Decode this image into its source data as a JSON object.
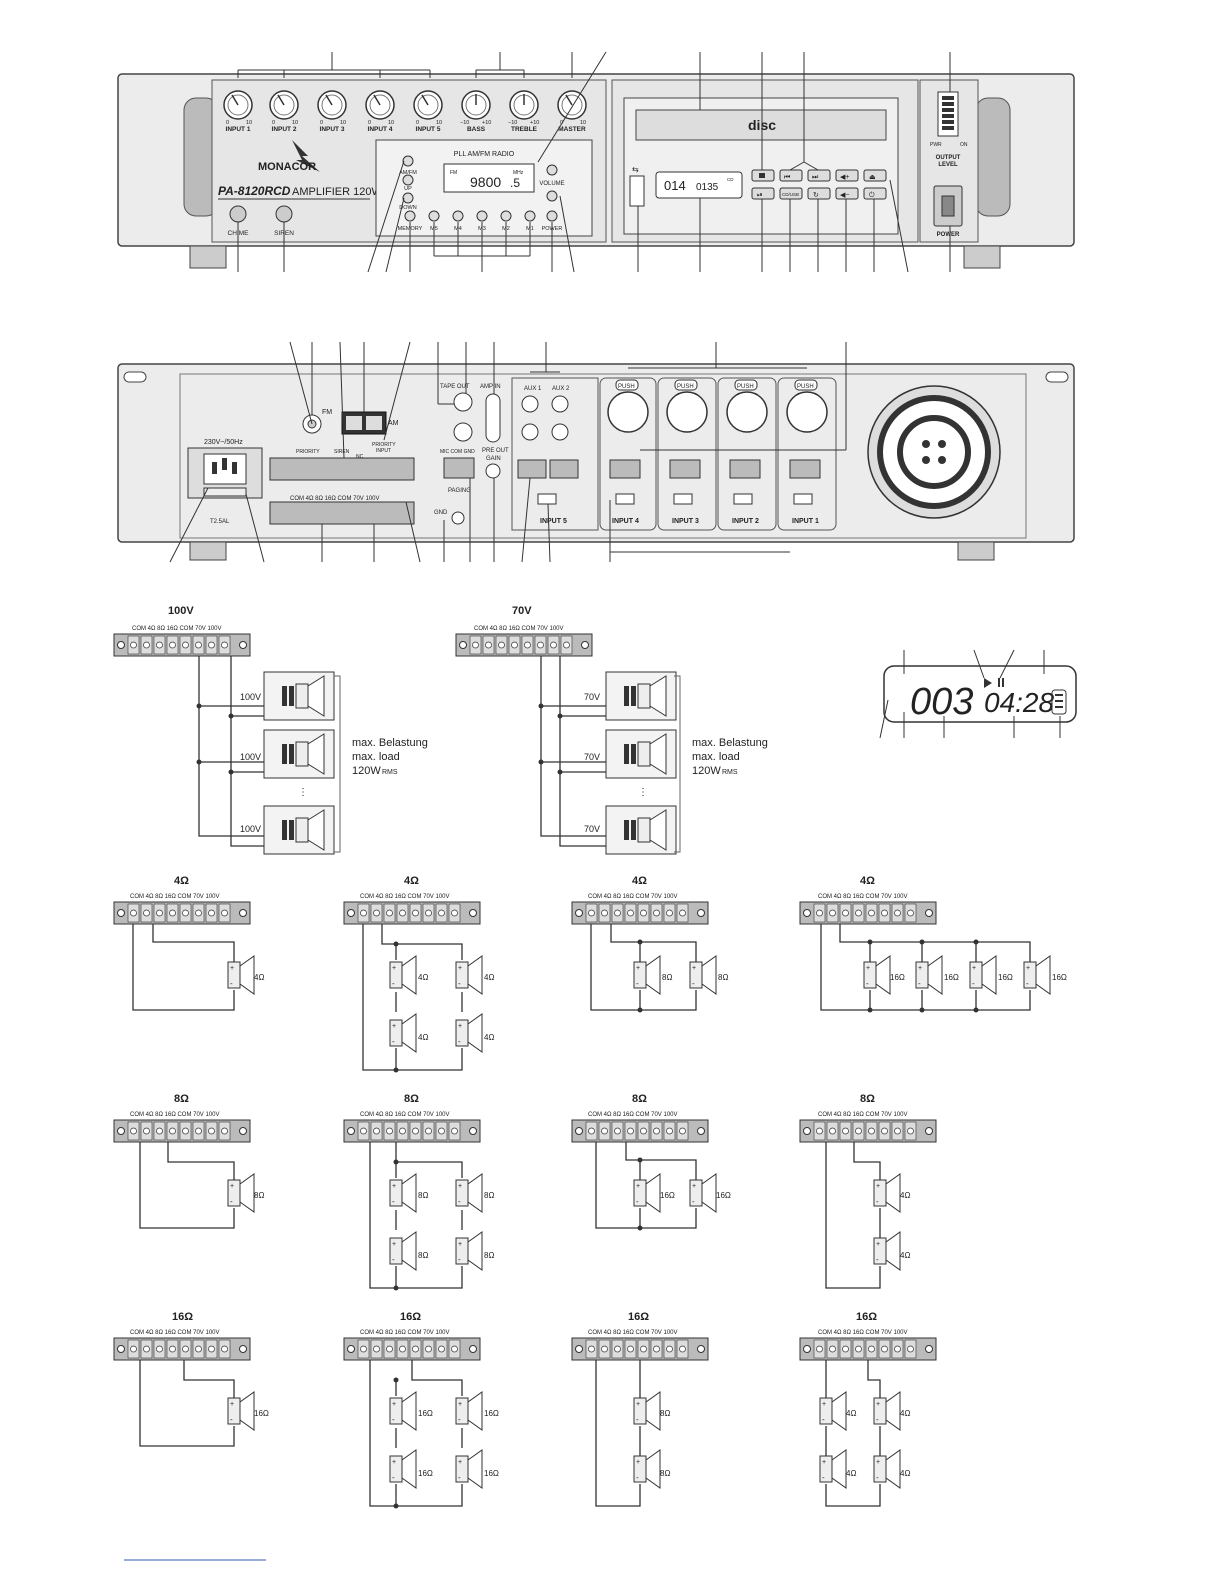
{
  "front": {
    "brand": "MONACOR",
    "model": "PA-8120RCD",
    "model_desc": "AMPLIFIER 120W",
    "knobs": [
      {
        "label": "INPUT 1",
        "scale": [
          "0",
          "10"
        ]
      },
      {
        "label": "INPUT 2",
        "scale": [
          "0",
          "10"
        ]
      },
      {
        "label": "INPUT 3",
        "scale": [
          "0",
          "10"
        ]
      },
      {
        "label": "INPUT 4",
        "scale": [
          "0",
          "10"
        ]
      },
      {
        "label": "INPUT 5",
        "scale": [
          "0",
          "10"
        ]
      },
      {
        "label": "BASS",
        "scale": [
          "−10",
          "+10"
        ]
      },
      {
        "label": "TREBLE",
        "scale": [
          "−10",
          "+10"
        ]
      },
      {
        "label": "MASTER",
        "scale": [
          "0",
          "10"
        ]
      }
    ],
    "chime": "CHIME",
    "siren": "SIREN",
    "radio_title": "PLL AM/FM RADIO",
    "radio_freq": "9800",
    "radio_freq_dec": ".5",
    "radio_fm": "FM",
    "radio_mhz": "MHz",
    "am_fm": "AM/FM",
    "up": "UP",
    "down": "DOWN",
    "volume": "VOLUME",
    "memory": "MEMORY",
    "presets": [
      "M5",
      "M4",
      "M3",
      "M2",
      "M1"
    ],
    "power_radio": "POWER",
    "cd_display": "014",
    "cd_time": "0135",
    "cd_mp3": "CD",
    "cd_usb": "CD/USB",
    "output_level": "OUTPUT\nLEVEL",
    "pwr": "PWR",
    "on": "ON",
    "power": "POWER"
  },
  "rear": {
    "mains": "230V~/50Hz",
    "fuse": "T2.5AL",
    "tape_out": "TAPE OUT",
    "amp_in": "AMP IN",
    "pre_out": "PRE OUT",
    "gain": "GAIN",
    "aux1": "AUX 1",
    "aux2": "AUX 2",
    "fm": "FM",
    "am": "AM",
    "priority": "PRIORITY",
    "siren": "SIREN",
    "nc": "NC",
    "priority_input": "PRIORITY\nINPUT",
    "paging": "PAGING",
    "gnd": "GND",
    "mic_com": "MIC COM GND",
    "spk_terms": "COM 4Ω 8Ω 16Ω COM 70V 100V",
    "push": "PUSH",
    "inputs": [
      "INPUT 5",
      "INPUT 4",
      "INPUT 3",
      "INPUT 2",
      "INPUT 1"
    ]
  },
  "terminal_label": "COM 4Ω 8Ω 16Ω COM 70V 100V",
  "wiring_100v": {
    "title": "100V",
    "tap": "100V"
  },
  "wiring_70v": {
    "title": "70V",
    "tap": "70V"
  },
  "load_note": [
    "max. Belastung",
    "max. load",
    "120W"
  ],
  "load_rms": "RMS",
  "lcd": {
    "track": "003",
    "time": "04:28"
  },
  "configs": [
    {
      "title": "4Ω",
      "speakers": [
        "4Ω"
      ]
    },
    {
      "title": "4Ω",
      "speakers": [
        "4Ω",
        "4Ω",
        "4Ω",
        "4Ω"
      ]
    },
    {
      "title": "4Ω",
      "speakers": [
        "8Ω",
        "8Ω"
      ]
    },
    {
      "title": "4Ω",
      "speakers": [
        "16Ω",
        "16Ω",
        "16Ω",
        "16Ω"
      ]
    },
    {
      "title": "8Ω",
      "speakers": [
        "8Ω"
      ]
    },
    {
      "title": "8Ω",
      "speakers": [
        "8Ω",
        "8Ω",
        "8Ω",
        "8Ω"
      ]
    },
    {
      "title": "8Ω",
      "speakers": [
        "16Ω",
        "16Ω"
      ]
    },
    {
      "title": "8Ω",
      "speakers": [
        "4Ω",
        "4Ω"
      ]
    },
    {
      "title": "16Ω",
      "speakers": [
        "16Ω"
      ]
    },
    {
      "title": "16Ω",
      "speakers": [
        "16Ω",
        "16Ω",
        "16Ω",
        "16Ω"
      ]
    },
    {
      "title": "16Ω",
      "speakers": [
        "8Ω",
        "8Ω"
      ]
    },
    {
      "title": "16Ω",
      "speakers": [
        "4Ω",
        "4Ω",
        "4Ω",
        "4Ω"
      ]
    }
  ]
}
